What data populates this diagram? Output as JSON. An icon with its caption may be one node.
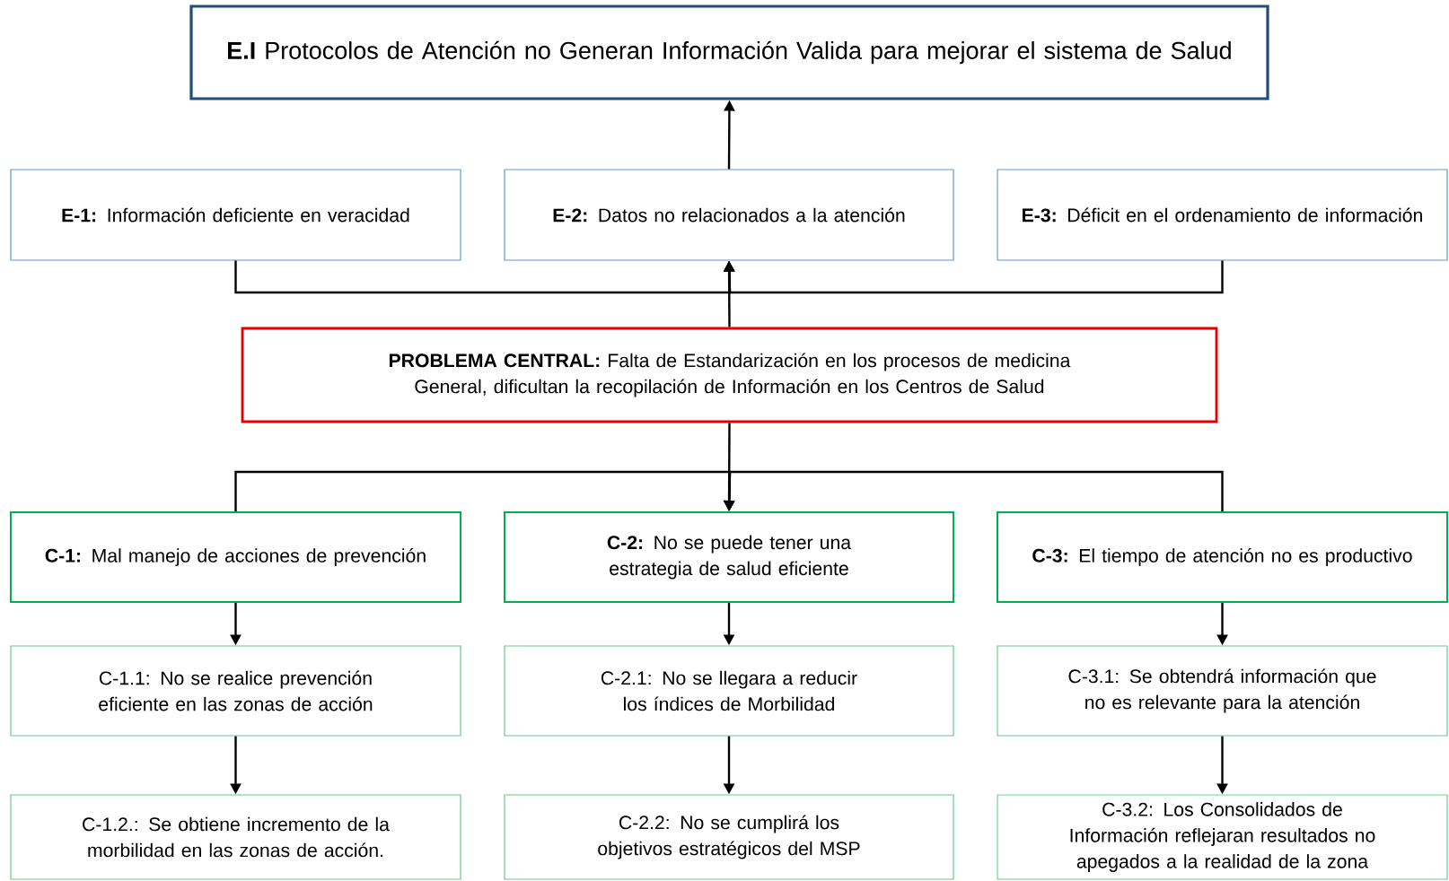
{
  "diagram": {
    "nodes": [
      {
        "text": [
          "**E.I** Protocolos de Atención no Generan Información Valida para mejorar el sistema de Salud"
        ]
      },
      {
        "text": [
          "**E-1:** Información deficiente en veracidad"
        ]
      },
      {
        "text": [
          "**E-2:** Datos no relacionados a la atención"
        ]
      },
      {
        "text": [
          "**E-3:** Déficit en el ordenamiento de información"
        ]
      },
      {
        "text": [
          "**PROBLEMA CENTRAL:** Falta de Estandarización en los procesos de medicina General, dificultan la recopilación de Información en los Centros de Salud"
        ]
      },
      {
        "text": [
          "**C-1:** Mal manejo de acciones de prevención"
        ]
      },
      {
        "text": [
          "**C-2:** No se puede tener una estrategia de salud eficiente"
        ]
      },
      {
        "text": [
          "**C-3:** El tiempo de atención no es productivo"
        ]
      },
      {
        "text": [
          "C-1.1: No se realice prevención eficiente en las zonas de acción"
        ]
      },
      {
        "text": [
          "C-2.1: No se llegara a reducir los índices de Morbilidad"
        ]
      },
      {
        "text": [
          "C-3.1: Se obtendrá información que no es relevante para la atención"
        ]
      },
      {
        "text": [
          "C-1.2.: Se obtiene incremento de la morbilidad en las zonas de acción."
        ]
      },
      {
        "text": [
          "C-2.2: No se cumplirá los objetivos estratégicos del MSP"
        ]
      },
      {
        "text": [
          "C-3.2: Los Consolidados de Información reflejaran resultados no apegados a la realidad de la zona"
        ]
      }
    ],
    "edges": [
      {
        "from": 2,
        "to": 0,
        "arrow": "to"
      },
      {
        "from": 1,
        "to": 2,
        "arrow": "to"
      },
      {
        "from": 3,
        "to": 2,
        "arrow": "to"
      },
      {
        "from": 4,
        "to": 2,
        "arrow": "to"
      },
      {
        "from": 4,
        "to": 6,
        "arrow": "to"
      },
      {
        "from": 5,
        "to": 6,
        "arrow": "to"
      },
      {
        "from": 7,
        "to": 6,
        "arrow": "to"
      },
      {
        "from": 5,
        "to": 8,
        "arrow": "to"
      },
      {
        "from": 6,
        "to": 9,
        "arrow": "to"
      },
      {
        "from": 7,
        "to": 10,
        "arrow": "to"
      },
      {
        "from": 8,
        "to": 11,
        "arrow": "to"
      },
      {
        "from": 9,
        "to": 12,
        "arrow": "to"
      },
      {
        "from": 10,
        "to": 13,
        "arrow": "to"
      }
    ]
  }
}
